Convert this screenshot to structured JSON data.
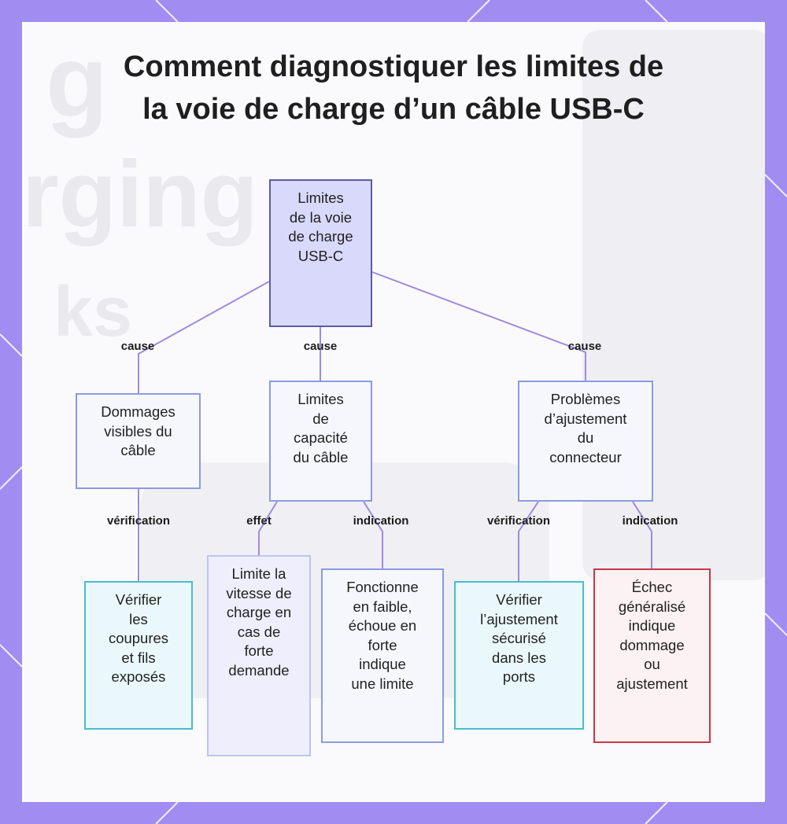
{
  "title_lines": [
    "Comment diagnostiquer les limites de",
    "la voie de charge d’un câble USB-C"
  ],
  "colors": {
    "frame": "#a18cf2",
    "root_fill": "#d9d9fb",
    "root_border": "#5b5ba8",
    "connector": "#a08ae0",
    "blue_border": "#8a9be0",
    "teal_border": "#47bcd0",
    "red_border": "#c63848"
  },
  "nodes": {
    "root": [
      "Limites",
      "de la voie",
      "de charge",
      "USB-C"
    ],
    "damage": [
      "Dommages",
      "visibles du",
      "câble"
    ],
    "capacity": [
      "Limites",
      "de",
      "capacité",
      "du câble"
    ],
    "fit": [
      "Problèmes",
      "d’ajustement",
      "du",
      "connecteur"
    ],
    "check_cuts": [
      "Vérifier",
      "les",
      "coupures",
      "et fils",
      "exposés"
    ],
    "speed_limit": [
      "Limite la",
      "vitesse de",
      "charge en",
      "cas de",
      "forte",
      "demande"
    ],
    "low_high": [
      "Fonctionne",
      "en faible,",
      "échoue en",
      "forte",
      "indique",
      "une limite"
    ],
    "check_fit": [
      "Vérifier",
      "l’ajustement",
      "sécurisé",
      "dans les",
      "ports"
    ],
    "failure": [
      "Échec",
      "généralisé",
      "indique",
      "dommage",
      "ou",
      "ajustement"
    ]
  },
  "edge_labels": {
    "cause_left": "cause",
    "cause_mid": "cause",
    "cause_right": "cause",
    "verif_left": "vérification",
    "effet": "effet",
    "indication_mid": "indication",
    "verif_right": "vérification",
    "indication_right": "indication"
  }
}
